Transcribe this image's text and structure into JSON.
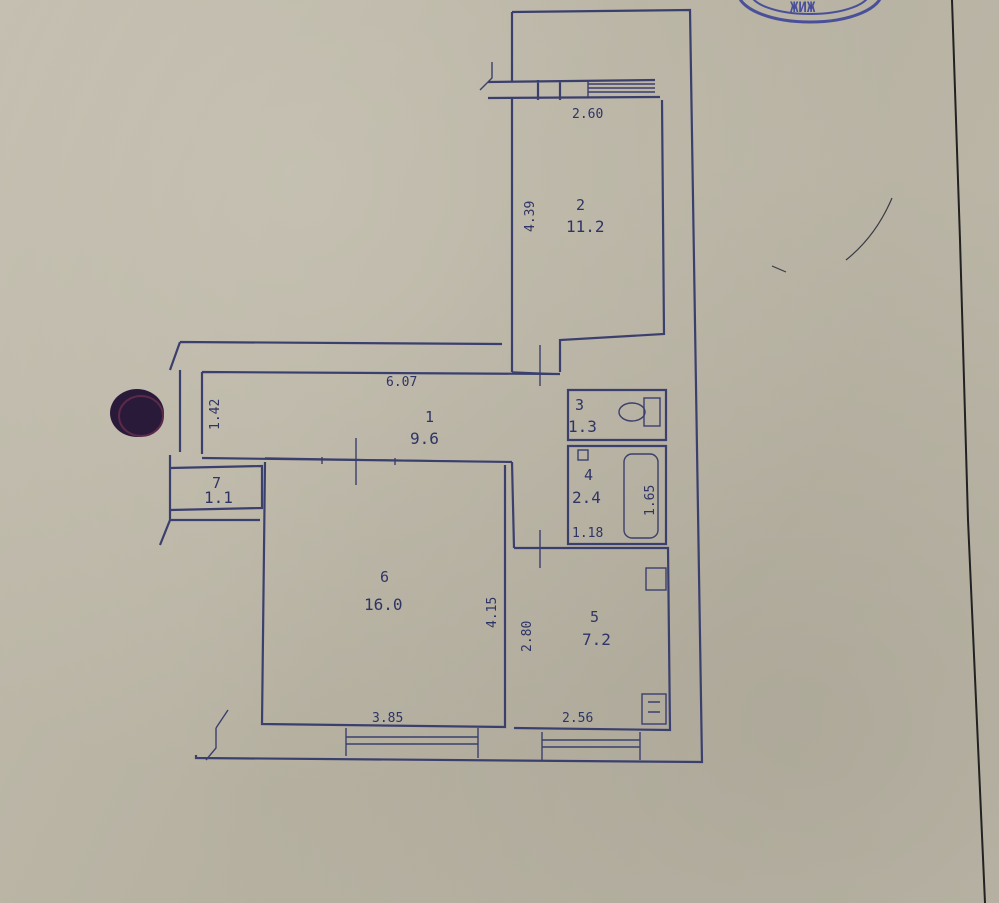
{
  "rooms": [
    {
      "number": "1",
      "area": "9.6"
    },
    {
      "number": "2",
      "area": "11.2"
    },
    {
      "number": "3",
      "area": "1.3"
    },
    {
      "number": "4",
      "area": "2.4"
    },
    {
      "number": "5",
      "area": "7.2"
    },
    {
      "number": "6",
      "area": "16.0"
    },
    {
      "number": "7",
      "area": "1.1"
    }
  ],
  "dimensions": {
    "room2_width": "2.60",
    "room2_length": "4.39",
    "corridor_length": "6.07",
    "corridor_width": "1.42",
    "room6_width": "3.85",
    "room6_length": "4.15",
    "room5_width": "2.56",
    "room5_length": "2.80",
    "bath_length": "1.65",
    "bath_width": "1.18"
  },
  "stamp": {
    "text": "ЖИЖ"
  },
  "colors": {
    "ink": "#3b3f6e",
    "paper": "#bdb8a9",
    "stamp": "#4a4f9a",
    "blot": "#2a1a3a"
  }
}
